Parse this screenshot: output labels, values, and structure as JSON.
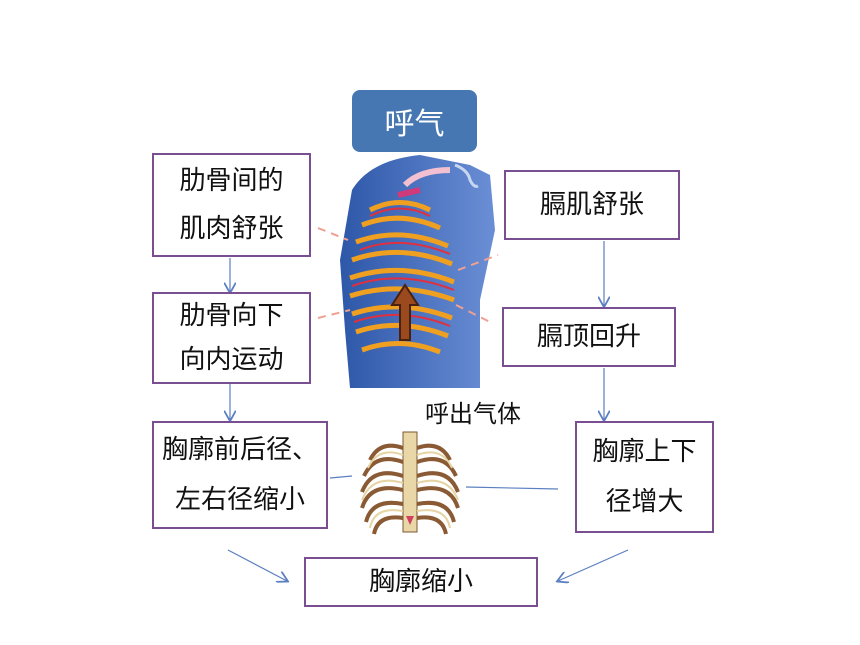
{
  "title": "呼气",
  "caption": "呼出气体",
  "left_chain": {
    "box1": [
      "肋骨间的",
      "肌肉舒张"
    ],
    "box2": [
      "肋骨向下",
      "向内运动"
    ],
    "box3": [
      "胸廓前后径、",
      "左右径缩小"
    ]
  },
  "right_chain": {
    "box1": "膈肌舒张",
    "box2": "膈顶回升",
    "box3": [
      "胸廓上下",
      "径增大"
    ]
  },
  "result": "胸廓缩小",
  "colors": {
    "title_bg": "#4677b3",
    "box_border": "#7a4f92",
    "arrow": "#5b7fc0"
  }
}
